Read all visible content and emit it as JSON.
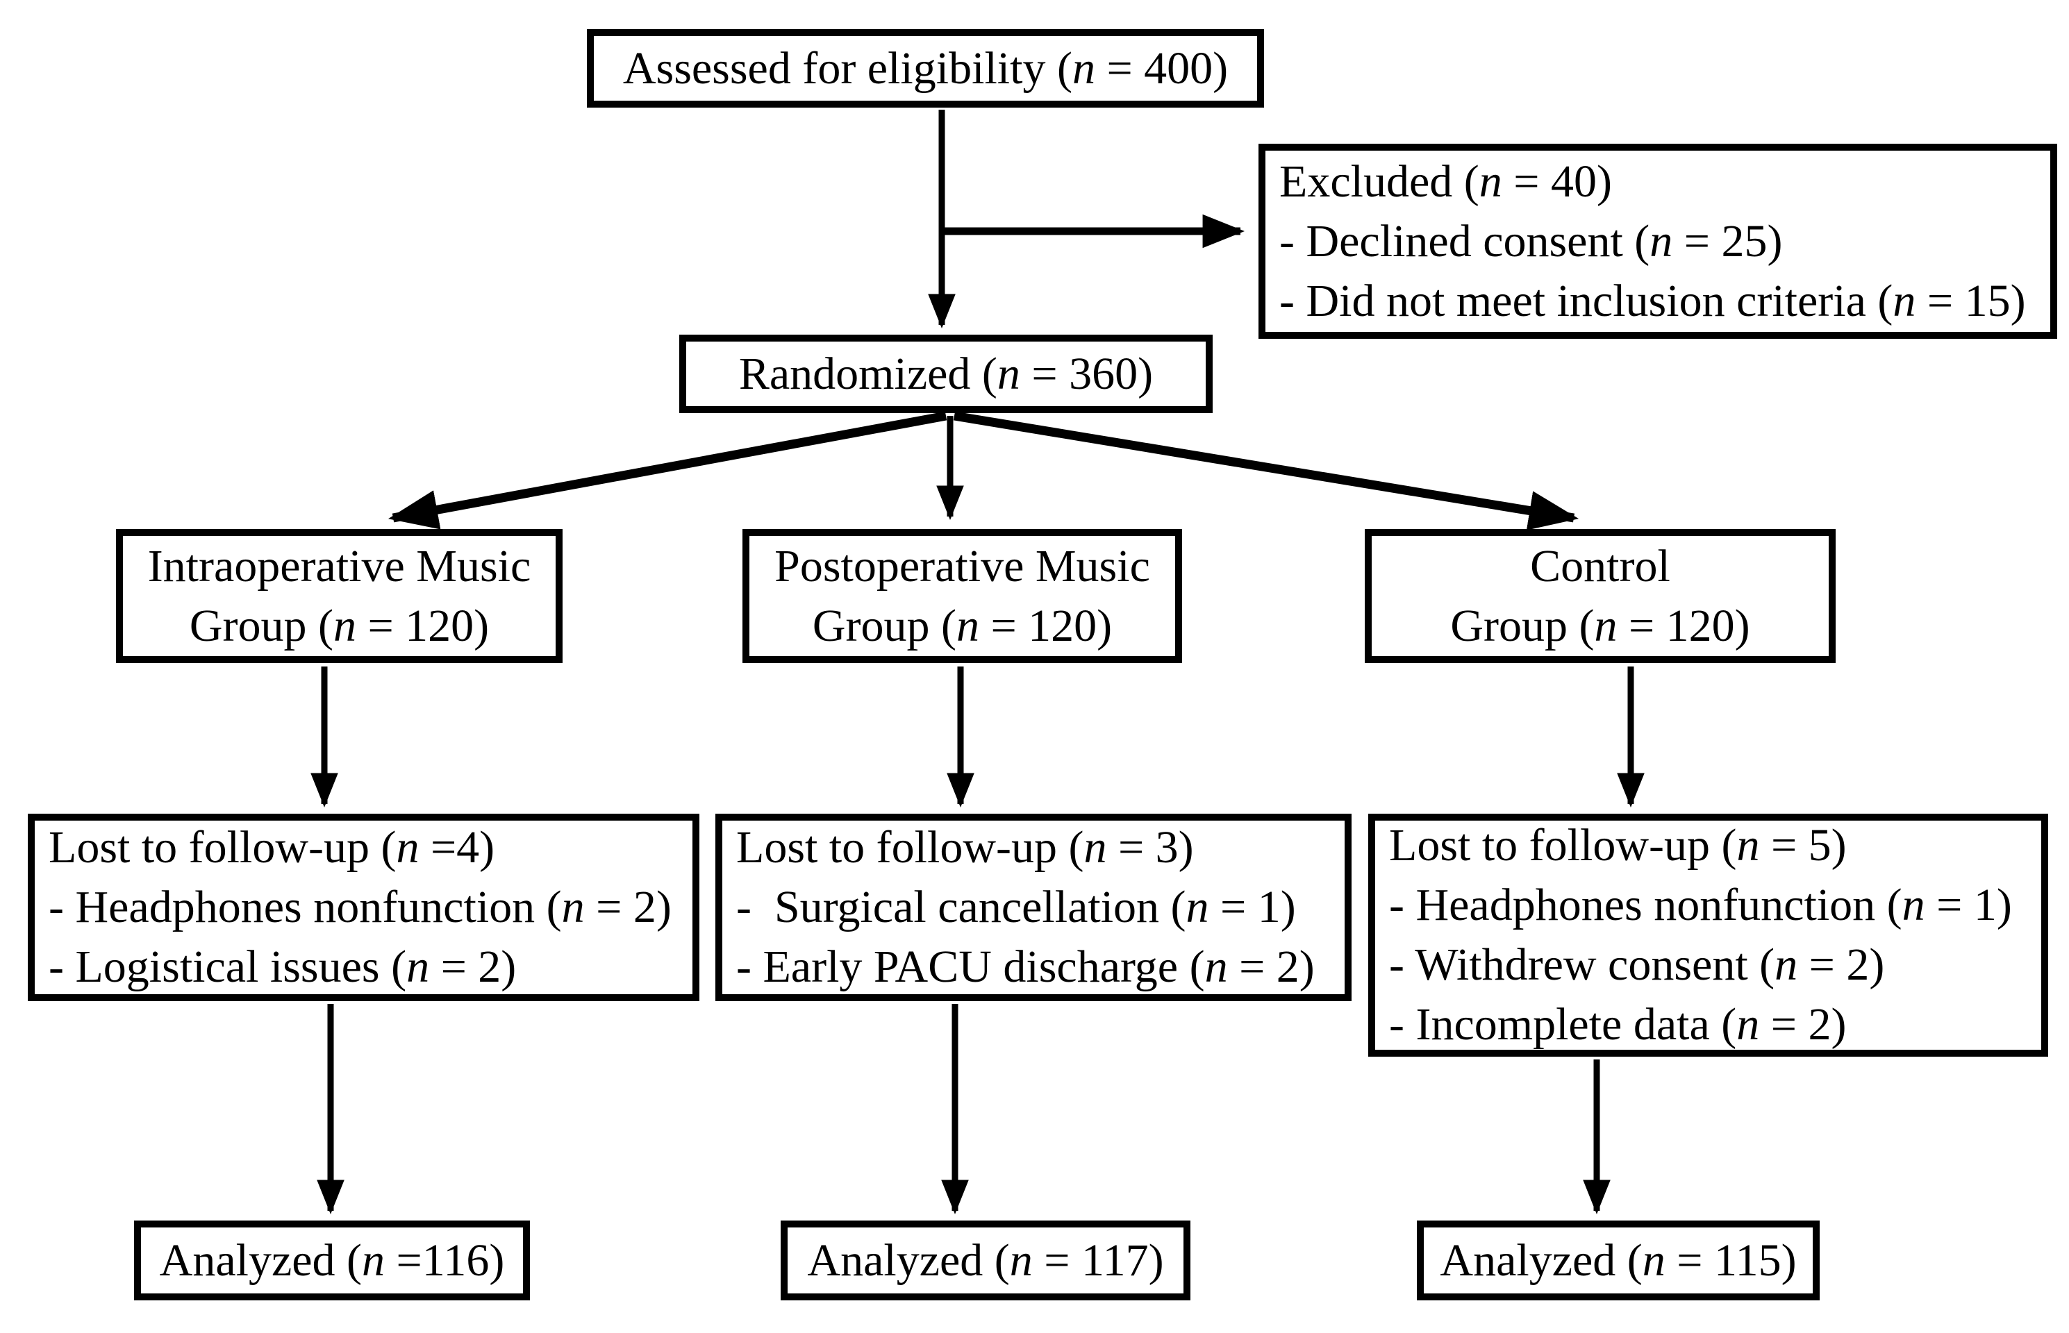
{
  "diagram": {
    "type": "consort-flowchart",
    "background_color": "#ffffff",
    "line_color": "#000000",
    "text_color": "#000000",
    "boxes": {
      "eligibility": {
        "text": "Assessed for eligibility (n = 400)"
      },
      "excluded": {
        "lines": [
          "Excluded (n = 40)",
          "- Declined consent (n = 25)",
          "- Did not meet inclusion criteria (n = 15)"
        ]
      },
      "randomized": {
        "text": "Randomized (n = 360)"
      },
      "group_intraoperative": {
        "lines": [
          "Intraoperative Music",
          "Group (n = 120)"
        ]
      },
      "group_postoperative": {
        "lines": [
          "Postoperative Music",
          "Group (n = 120)"
        ]
      },
      "group_control": {
        "lines": [
          "Control",
          "Group (n = 120)"
        ]
      },
      "lost_intraoperative": {
        "lines": [
          "Lost to follow-up (n =4)",
          "- Headphones nonfunction (n = 2)",
          "- Logistical issues (n = 2)"
        ]
      },
      "lost_postoperative": {
        "lines": [
          "Lost to follow-up (n = 3)",
          "-  Surgical cancellation (n = 1)",
          "- Early PACU discharge (n = 2)"
        ]
      },
      "lost_control": {
        "lines": [
          "Lost to follow-up (n = 5)",
          "- Headphones nonfunction (n = 1)",
          "- Withdrew consent (n = 2)",
          "- Incomplete data (n = 2)"
        ]
      },
      "analyzed_intraoperative": {
        "text": "Analyzed (n =116)"
      },
      "analyzed_postoperative": {
        "text": "Analyzed (n = 117)"
      },
      "analyzed_control": {
        "text": "Analyzed (n = 115)"
      }
    }
  }
}
